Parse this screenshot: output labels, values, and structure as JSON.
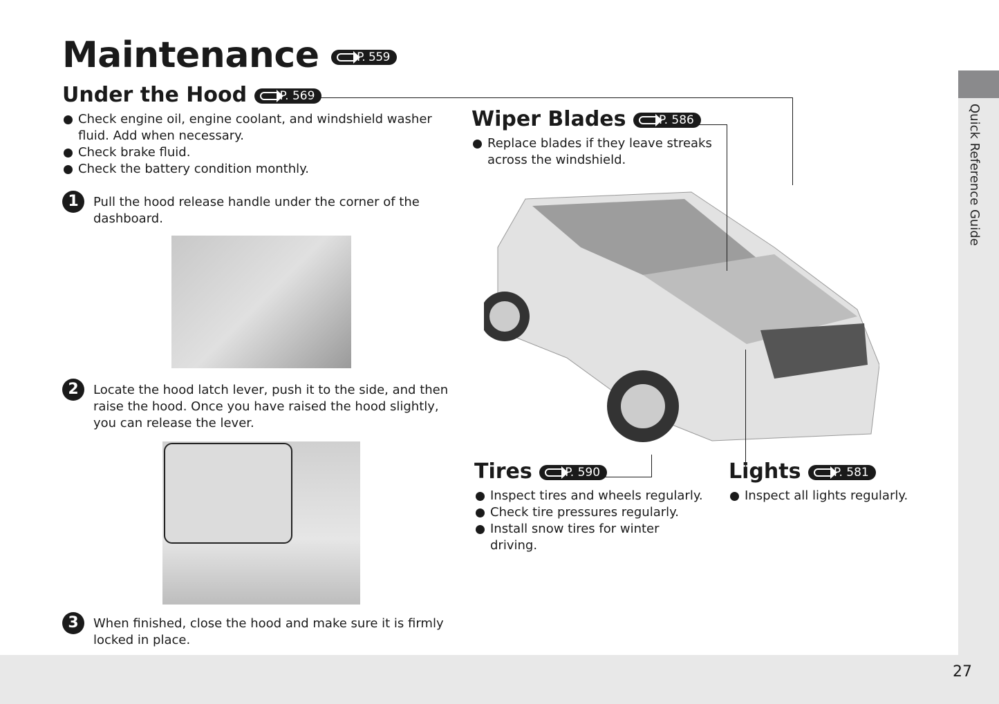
{
  "title": "Maintenance",
  "title_ref": "P. 559",
  "sidebar": {
    "label": "Quick Reference Guide"
  },
  "page_number": "27",
  "under_hood": {
    "heading": "Under the Hood",
    "ref": "P. 569",
    "bullets": [
      "Check engine oil, engine coolant, and windshield washer fluid. Add when necessary.",
      "Check brake fluid.",
      "Check the battery condition monthly."
    ],
    "steps": [
      {
        "num": "1",
        "text": "Pull the hood release handle under the corner of the dashboard."
      },
      {
        "num": "2",
        "text": "Locate the hood latch lever, push it to the side, and then raise the hood. Once you have raised the hood slightly, you can release the lever."
      },
      {
        "num": "3",
        "text": "When finished, close the hood and make sure it is firmly locked in place."
      }
    ]
  },
  "wiper": {
    "heading": "Wiper Blades",
    "ref": "P. 586",
    "bullets": [
      "Replace blades if they leave streaks across the windshield."
    ]
  },
  "tires": {
    "heading": "Tires",
    "ref": "P. 590",
    "bullets": [
      "Inspect tires and wheels regularly.",
      "Check tire pressures regularly.",
      "Install snow tires for winter driving."
    ]
  },
  "lights": {
    "heading": "Lights",
    "ref": "P. 581",
    "bullets": [
      "Inspect all lights regularly."
    ]
  }
}
